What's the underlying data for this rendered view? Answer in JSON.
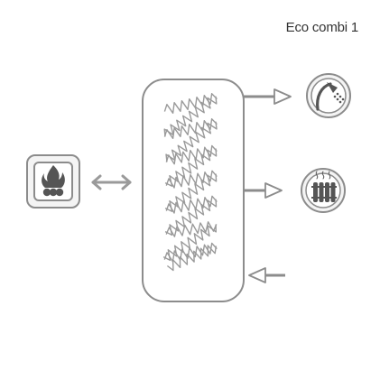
{
  "title": "Eco combi 1",
  "diagram": {
    "nodes": [
      {
        "id": "heat-source",
        "icon": "solid-fuel-stove-icon"
      },
      {
        "id": "storage-tank",
        "icon": "tank-with-heat-exchanger-coil"
      },
      {
        "id": "hot-water-outlet",
        "icon": "shower-icon"
      },
      {
        "id": "heating-outlet",
        "icon": "radiator-icon"
      }
    ],
    "edges": [
      {
        "from": "heat-source",
        "to": "storage-tank",
        "style": "bidirectional"
      },
      {
        "from": "storage-tank",
        "to": "hot-water-outlet",
        "style": "outflow"
      },
      {
        "from": "storage-tank",
        "to": "heating-outlet",
        "style": "outflow"
      },
      {
        "from": "cold-water-inlet",
        "to": "storage-tank",
        "style": "inflow"
      }
    ],
    "colors": {
      "outline": "#8c8c8c",
      "icon_fill": "#555555",
      "icon_bg": "#f2f2f2",
      "title": "#333333"
    }
  }
}
